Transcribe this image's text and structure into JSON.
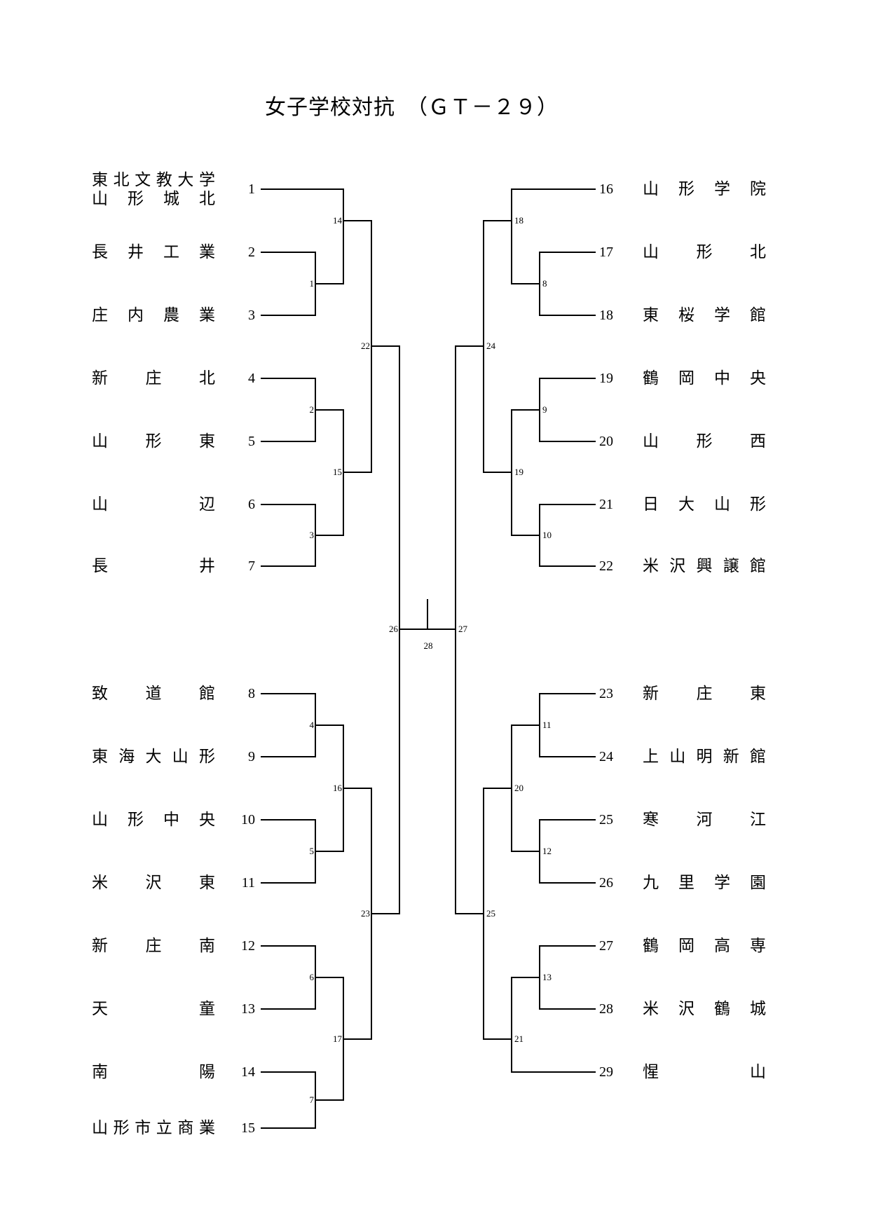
{
  "title": "女子学校対抗　（ＧＴ－２９）",
  "left_teams": [
    {
      "seed": "1",
      "name": [
        "東北文教大学",
        "山形城北"
      ]
    },
    {
      "seed": "2",
      "name": "長井工業"
    },
    {
      "seed": "3",
      "name": "庄内農業"
    },
    {
      "seed": "4",
      "name": "新庄北"
    },
    {
      "seed": "5",
      "name": "山形東"
    },
    {
      "seed": "6",
      "name": "山辺"
    },
    {
      "seed": "7",
      "name": "長井"
    },
    {
      "seed": "8",
      "name": "致道館"
    },
    {
      "seed": "9",
      "name": "東海大山形"
    },
    {
      "seed": "10",
      "name": "山形中央"
    },
    {
      "seed": "11",
      "name": "米沢東"
    },
    {
      "seed": "12",
      "name": "新庄南"
    },
    {
      "seed": "13",
      "name": "天童"
    },
    {
      "seed": "14",
      "name": "南陽"
    },
    {
      "seed": "15",
      "name": "山形市立商業"
    }
  ],
  "right_teams": [
    {
      "seed": "16",
      "name": "山形学院"
    },
    {
      "seed": "17",
      "name": "山形北"
    },
    {
      "seed": "18",
      "name": "東桜学館"
    },
    {
      "seed": "19",
      "name": "鶴岡中央"
    },
    {
      "seed": "20",
      "name": "山形西"
    },
    {
      "seed": "21",
      "name": "日大山形"
    },
    {
      "seed": "22",
      "name": "米沢興譲館"
    },
    {
      "seed": "23",
      "name": "新庄東"
    },
    {
      "seed": "24",
      "name": "上山明新館"
    },
    {
      "seed": "25",
      "name": "寒河江"
    },
    {
      "seed": "26",
      "name": "九里学園"
    },
    {
      "seed": "27",
      "name": "鶴岡高専"
    },
    {
      "seed": "28",
      "name": "米沢鶴城"
    },
    {
      "seed": "29",
      "name": "惺山"
    }
  ],
  "match_numbers": {
    "left": [
      "1",
      "2",
      "3",
      "4",
      "5",
      "6",
      "7",
      "14",
      "15",
      "16",
      "17",
      "22",
      "23",
      "26"
    ],
    "right": [
      "8",
      "9",
      "10",
      "11",
      "12",
      "13",
      "18",
      "19",
      "20",
      "21",
      "24",
      "25",
      "27"
    ],
    "final": "28"
  }
}
